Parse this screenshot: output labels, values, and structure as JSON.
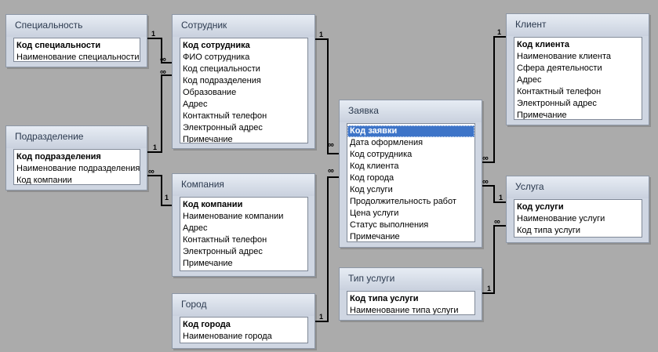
{
  "tables": {
    "specialnost": {
      "title": "Специальность",
      "fields": [
        "Код специальности",
        "Наименование специальности"
      ],
      "key_index": 0
    },
    "sotrudnik": {
      "title": "Сотрудник",
      "fields": [
        "Код сотрудника",
        "ФИО сотрудника",
        "Код специальности",
        "Код подразделения",
        "Образование",
        "Адрес",
        "Контактный телефон",
        "Электронный адрес",
        "Примечание"
      ],
      "key_index": 0
    },
    "podrazdelenie": {
      "title": "Подразделение",
      "fields": [
        "Код подразделения",
        "Наименование подразделения",
        "Код компании"
      ],
      "key_index": 0
    },
    "kompaniya": {
      "title": "Компания",
      "fields": [
        "Код компании",
        "Наименование компании",
        "Адрес",
        "Контактный телефон",
        "Электронный адрес",
        "Примечание"
      ],
      "key_index": 0
    },
    "gorod": {
      "title": "Город",
      "fields": [
        "Код города",
        "Наименование города"
      ],
      "key_index": 0
    },
    "zayavka": {
      "title": "Заявка",
      "fields": [
        "Код заявки",
        "Дата оформления",
        "Код сотрудника",
        "Код клиента",
        "Код города",
        "Код услуги",
        "Продолжительность работ",
        "Цена услуги",
        "Статус выполнения",
        "Примечание"
      ],
      "key_index": 0,
      "selected_index": 0
    },
    "klient": {
      "title": "Клиент",
      "fields": [
        "Код клиента",
        "Наименование клиента",
        "Сфера деятельности",
        "Адрес",
        "Контактный телефон",
        "Электронный адрес",
        "Примечание"
      ],
      "key_index": 0
    },
    "usluga": {
      "title": "Услуга",
      "fields": [
        "Код услуги",
        "Наименование услуги",
        "Код типа услуги"
      ],
      "key_index": 0
    },
    "tip_uslugi": {
      "title": "Тип услуги",
      "fields": [
        "Код типа услуги",
        "Наименование типа услуги"
      ],
      "key_index": 0
    }
  },
  "relationship_labels": {
    "one": "1",
    "many": "∞"
  },
  "colors": {
    "background": "#ababab",
    "table_frame": "#cfd6e2",
    "selection": "#3d74c8",
    "line": "#000000"
  }
}
